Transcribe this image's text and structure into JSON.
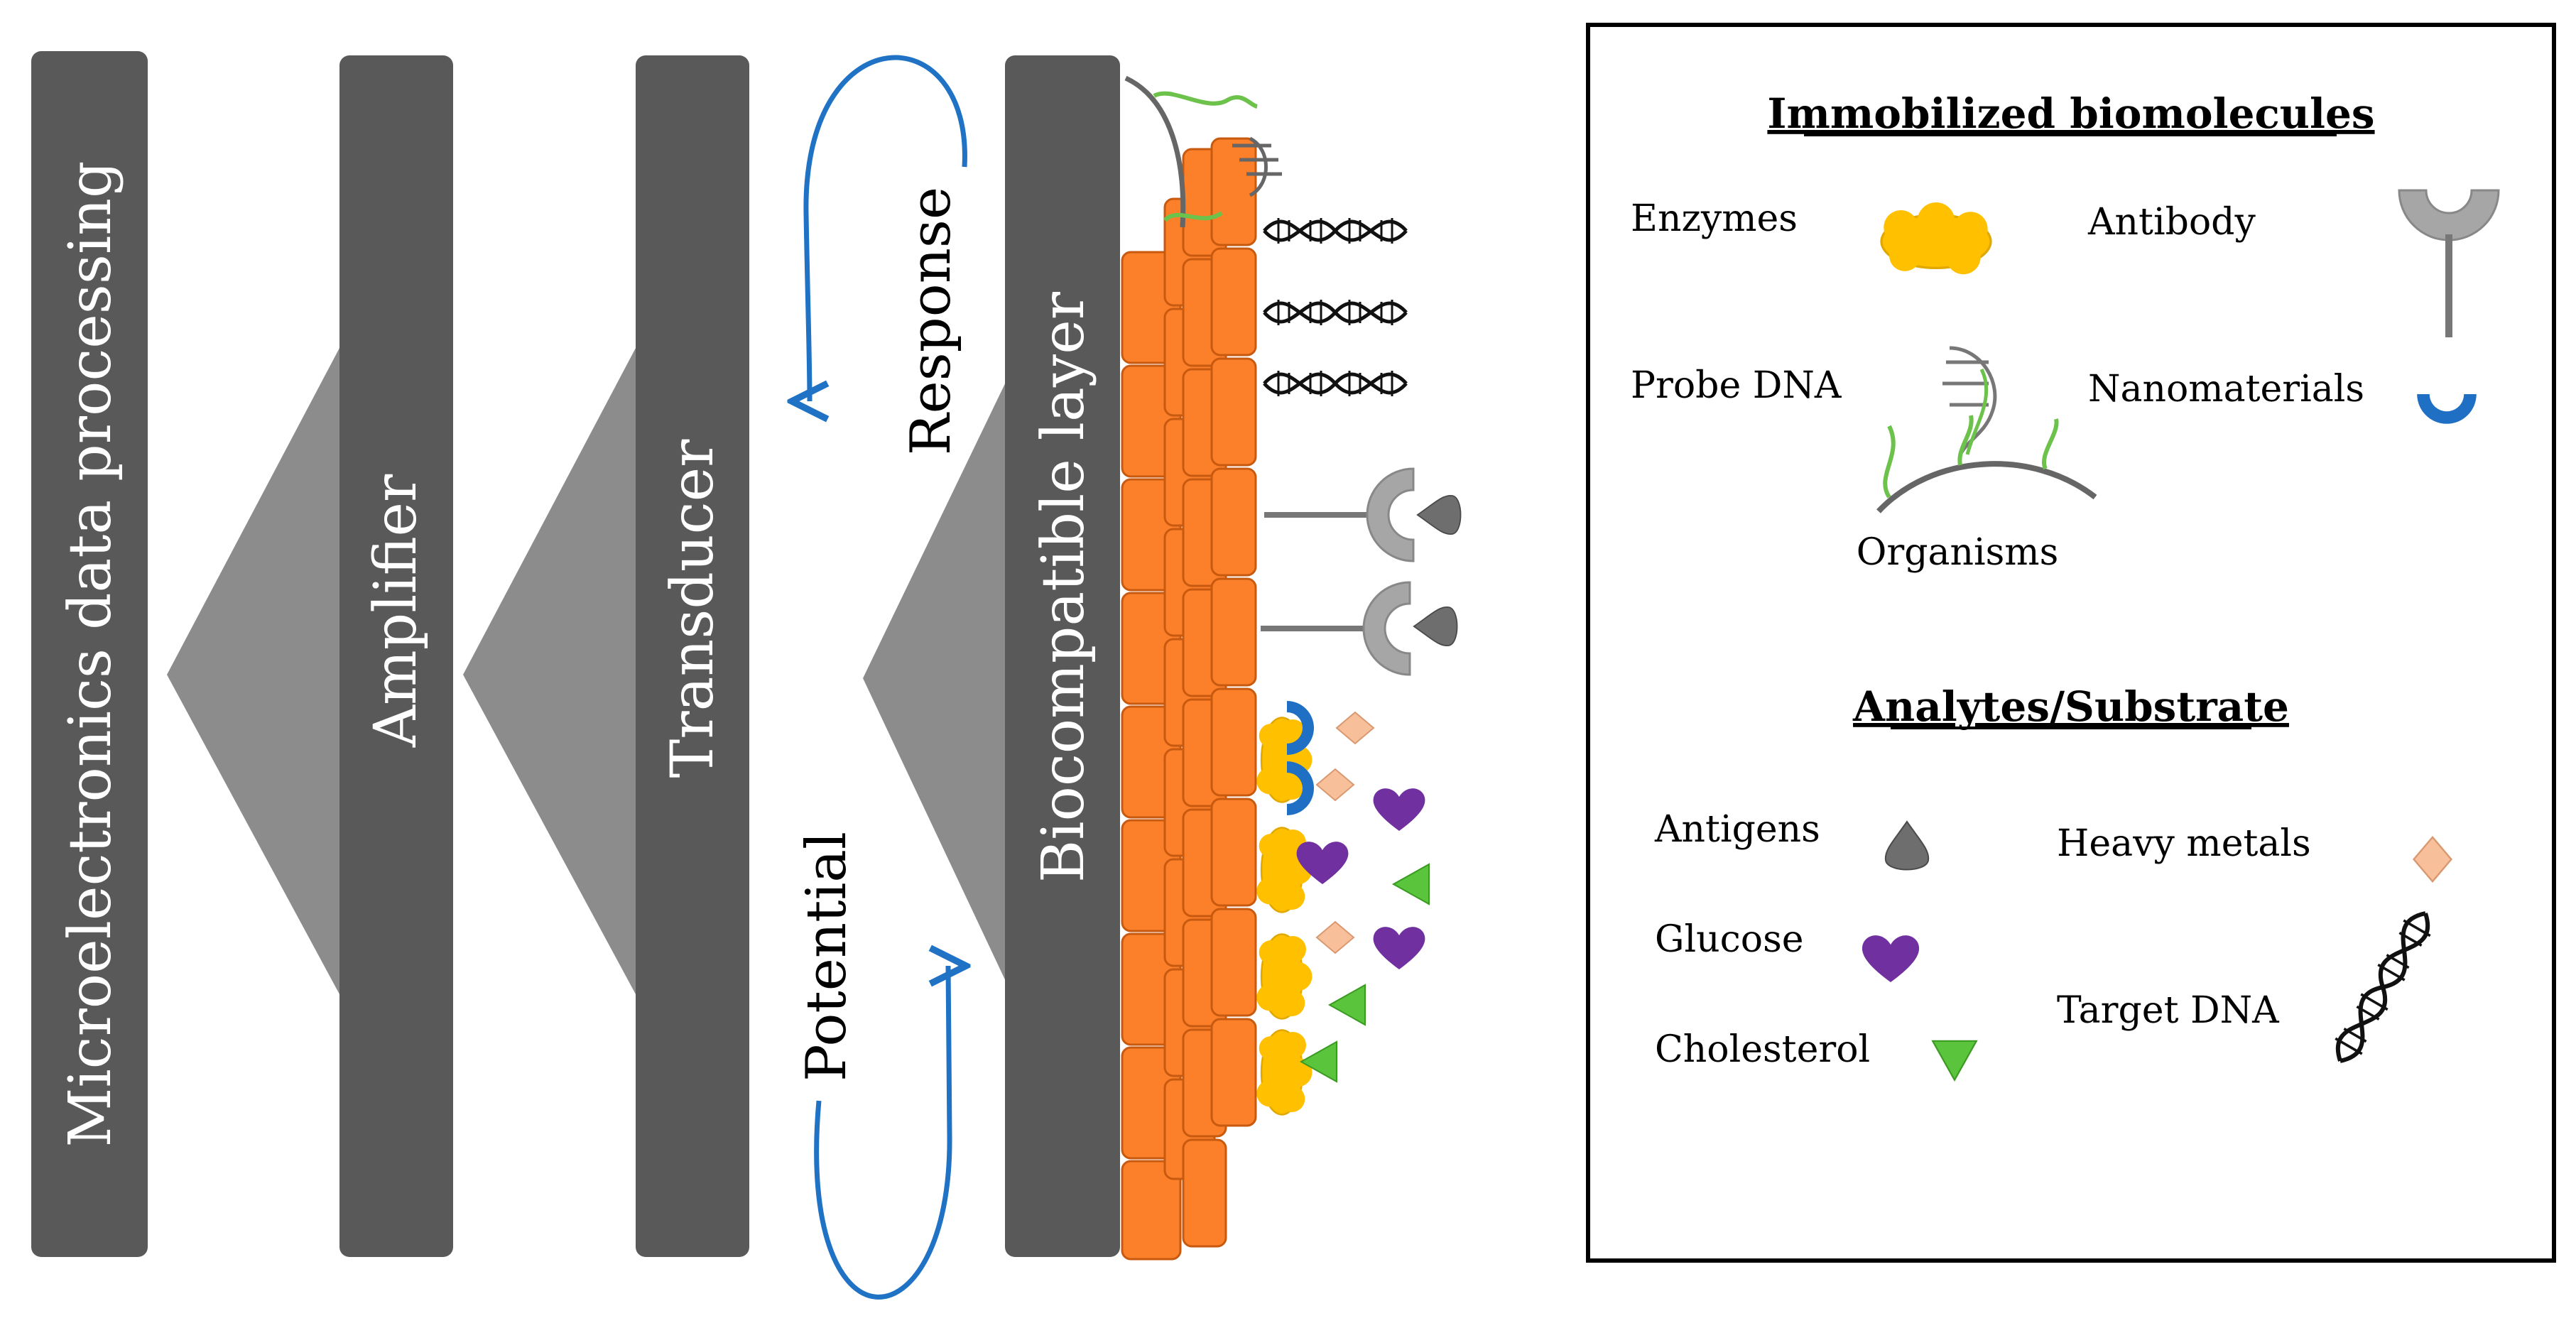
{
  "blocks": {
    "microelectronics": "Microelectronics data processing",
    "amplifier": "Amplifier",
    "transducer": "Transducer",
    "biocompatible": "Biocompatible layer"
  },
  "signals": {
    "response": "Response",
    "potential": "Potential"
  },
  "legend": {
    "immobilized_heading": "Immobilized biomolecules",
    "enzymes": "Enzymes",
    "antibody": "Antibody",
    "probe_dna": "Probe DNA",
    "nanomaterials": "Nanomaterials",
    "organisms": "Organisms",
    "analytes_heading": "Analytes/Substrate",
    "antigens": "Antigens",
    "heavy_metals": "Heavy metals",
    "glucose": "Glucose",
    "target_dna": "Target DNA",
    "cholesterol": "Cholesterol"
  },
  "colors": {
    "block_dark": "#595959",
    "triangle_gray": "#8c8c8c",
    "cell_orange": "#fc7f2a",
    "enzyme_yellow": "#ffc000",
    "arrow_blue": "#1f72c4",
    "antibody_gray": "#a6a6a6",
    "nano_blue": "#1f6fc4",
    "glucose_purple": "#7030a0",
    "cholesterol_green": "#5ac53c",
    "metal_peach": "#f8c09a",
    "dna_green": "#6cc24a"
  },
  "icons": {
    "enzyme": "enzyme-blob-icon",
    "antibody": "y-antibody-icon",
    "probe_dna": "probe-dna-icon",
    "nanomaterial": "cup-nanomaterial-icon",
    "organism": "organism-arc-icon",
    "antigen": "teardrop-antigen-icon",
    "heavy_metal": "diamond-icon",
    "glucose": "heart-icon",
    "target_dna": "double-helix-icon",
    "cholesterol": "triangle-icon"
  }
}
